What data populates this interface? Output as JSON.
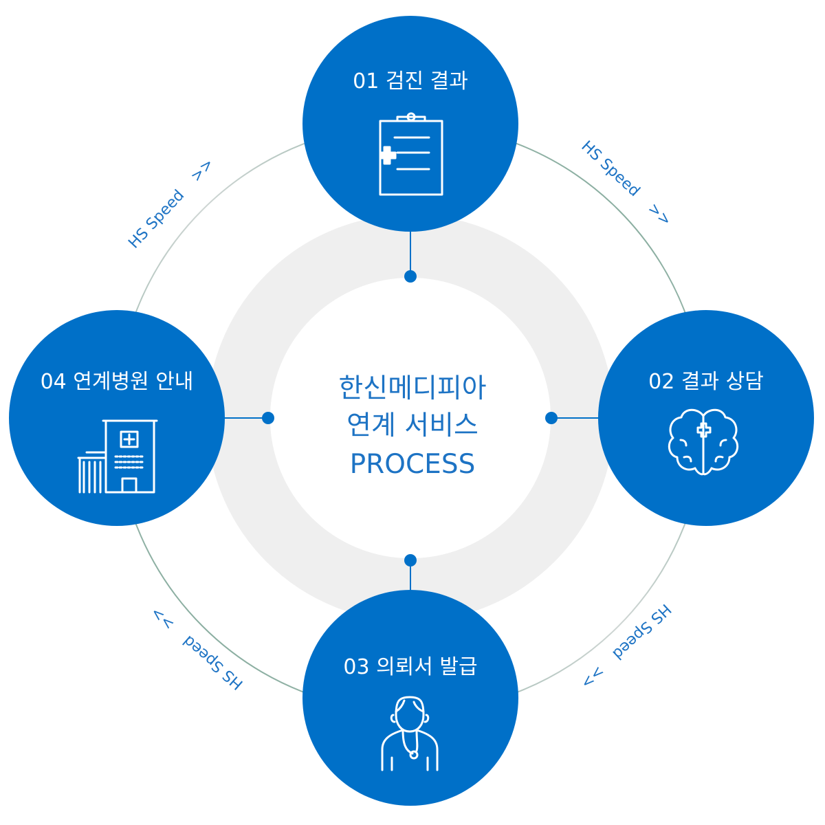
{
  "center": {
    "line1": "한신메디피아",
    "line2": "연계 서비스",
    "line3": "PROCESS"
  },
  "steps": [
    {
      "label": "01 검진 결과",
      "icon": "clipboard-medical-icon"
    },
    {
      "label": "02 결과 상담",
      "icon": "brain-medical-icon"
    },
    {
      "label": "03 의뢰서 발급",
      "icon": "doctor-icon"
    },
    {
      "label": "04 연계병원 안내",
      "icon": "hospital-building-icon"
    }
  ],
  "flow": {
    "label": "HS Speed",
    "arrow": ">>"
  },
  "colors": {
    "primary": "#0070c8",
    "ring": "#efefef",
    "text": "#1d73c4",
    "outline": "#7fa89a"
  }
}
